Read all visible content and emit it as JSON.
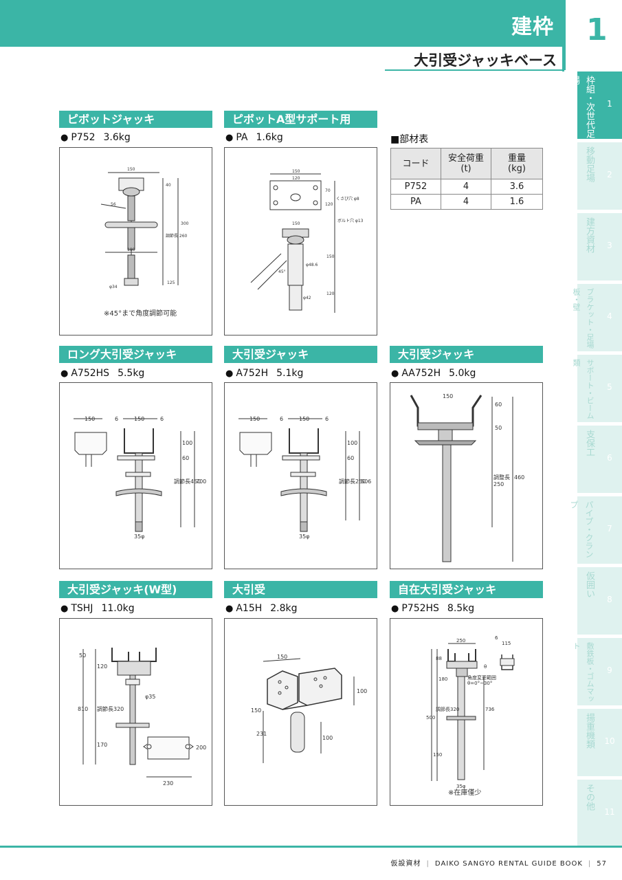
{
  "header": {
    "category": "建枠",
    "chapter": "1",
    "subtitle": "大引受ジャッキベース"
  },
  "side_tabs": [
    {
      "label": "枠組・次世代足場",
      "num": "1",
      "active": true
    },
    {
      "label": "移動足場",
      "num": "2"
    },
    {
      "label": "建方資材",
      "num": "3"
    },
    {
      "label": "ブラケット・足場板・壁",
      "num": "4"
    },
    {
      "label": "サポート・ビーム類",
      "num": "5"
    },
    {
      "label": "支保工",
      "num": "6"
    },
    {
      "label": "パイプ・クランプ",
      "num": "7"
    },
    {
      "label": "仮囲い",
      "num": "8"
    },
    {
      "label": "敷鉄板・ゴムマット",
      "num": "9"
    },
    {
      "label": "揚重機類",
      "num": "10"
    },
    {
      "label": "その他",
      "num": "11"
    }
  ],
  "products": [
    {
      "title": "ピボットジャッキ",
      "code": "P752",
      "weight": "3.6kg",
      "note": "※45°まで角度調節可能",
      "dims": [
        "150",
        "40",
        "56",
        "300",
        "調節長 260",
        "180",
        "125",
        "φ34"
      ]
    },
    {
      "title": "ピボットA型サポート用",
      "code": "PA",
      "weight": "1.6kg",
      "dims": [
        "150",
        "120",
        "70",
        "120",
        "くさび穴 φ8",
        "ボルト穴 φ13",
        "150",
        "45°",
        "φ48.6",
        "150",
        "φ42",
        "120"
      ]
    },
    {
      "title": "ロング大引受ジャッキ",
      "code": "A752HS",
      "weight": "5.5kg",
      "dims": [
        "150",
        "6",
        "150",
        "6",
        "100",
        "60",
        "調節長450",
        "700",
        "35φ"
      ]
    },
    {
      "title": "大引受ジャッキ",
      "code": "A752H",
      "weight": "5.1kg",
      "dims": [
        "150",
        "6",
        "150",
        "6",
        "100",
        "60",
        "調節長250",
        "506",
        "35φ"
      ]
    },
    {
      "title": "大引受ジャッキ",
      "code": "AA752H",
      "weight": "5.0kg",
      "dims": [
        "150",
        "60",
        "50",
        "調整長",
        "250",
        "460"
      ]
    },
    {
      "title": "大引受ジャッキ(W型)",
      "code": "TSHJ",
      "weight": "11.0kg",
      "dims": [
        "50",
        "120",
        "φ35",
        "810",
        "調節長320",
        "170",
        "200",
        "230"
      ]
    },
    {
      "title": "大引受",
      "code": "A15H",
      "weight": "2.8kg",
      "dims": [
        "150",
        "100",
        "150",
        "231",
        "100"
      ]
    },
    {
      "title": "自在大引受ジャッキ",
      "code": "P752HS",
      "weight": "8.5kg",
      "note": "※在庫僅少",
      "dims": [
        "250",
        "6",
        "115",
        "88",
        "180",
        "角度変更範囲",
        "θ=0°~30°",
        "θ",
        "500",
        "調節長320",
        "736",
        "150",
        "35φ"
      ]
    }
  ],
  "spec": {
    "title": "■部材表",
    "headers": [
      "コード",
      "安全荷重\n(t)",
      "重量\n(kg)"
    ],
    "rows": [
      [
        "P752",
        "4",
        "3.6"
      ],
      [
        "PA",
        "4",
        "1.6"
      ]
    ]
  },
  "footer": {
    "left": "仮設資材",
    "right": "DAIKO SANGYO RENTAL GUIDE BOOK",
    "page": "57"
  },
  "colors": {
    "accent": "#3bb5a6",
    "tab_inactive": "#dff2ef"
  }
}
